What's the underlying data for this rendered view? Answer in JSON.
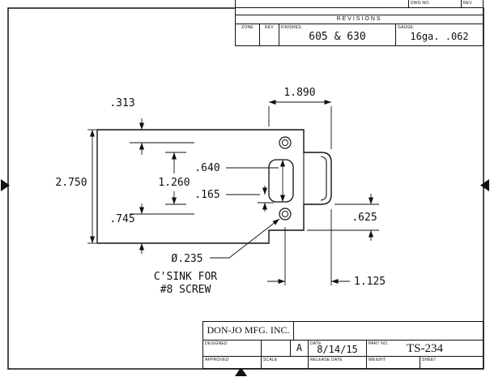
{
  "revisions": {
    "dwg_no_label": "DWG NO.",
    "rev_strip_label": "REV",
    "header": "REVISIONS",
    "zone_label": "ZONE",
    "rev_label": "REV",
    "finishes_label": "FINISHES:",
    "finishes_value": "605 & 630",
    "gauge_label": "GAUGE:",
    "gauge_value": "16ga. .062"
  },
  "dims": {
    "d313": ".313",
    "d1890": "1.890",
    "d2750": "2.750",
    "d1260": "1.260",
    "d640": ".640",
    "d165": ".165",
    "d745": ".745",
    "d625": ".625",
    "d1125": "1.125",
    "hole_dia": "Ø.235",
    "note1": "C'SINK FOR",
    "note2": "#8 SCREW"
  },
  "title_block": {
    "company": "DON-JO MFG. INC.",
    "designed_label": "DESIGNED",
    "approved_label": "APPROVED",
    "rev_value": "A",
    "date_label": "DATE",
    "date_value": "8/14/15",
    "part_no_label": "PART NO.",
    "part_no_value": "TS-234",
    "scale_label": "SCALE",
    "release_label": "RELEASE DATE",
    "weight_label": "WEIGHT",
    "sheet_label": "SHEET"
  },
  "colors": {
    "line": "#111111",
    "bg": "#ffffff"
  }
}
